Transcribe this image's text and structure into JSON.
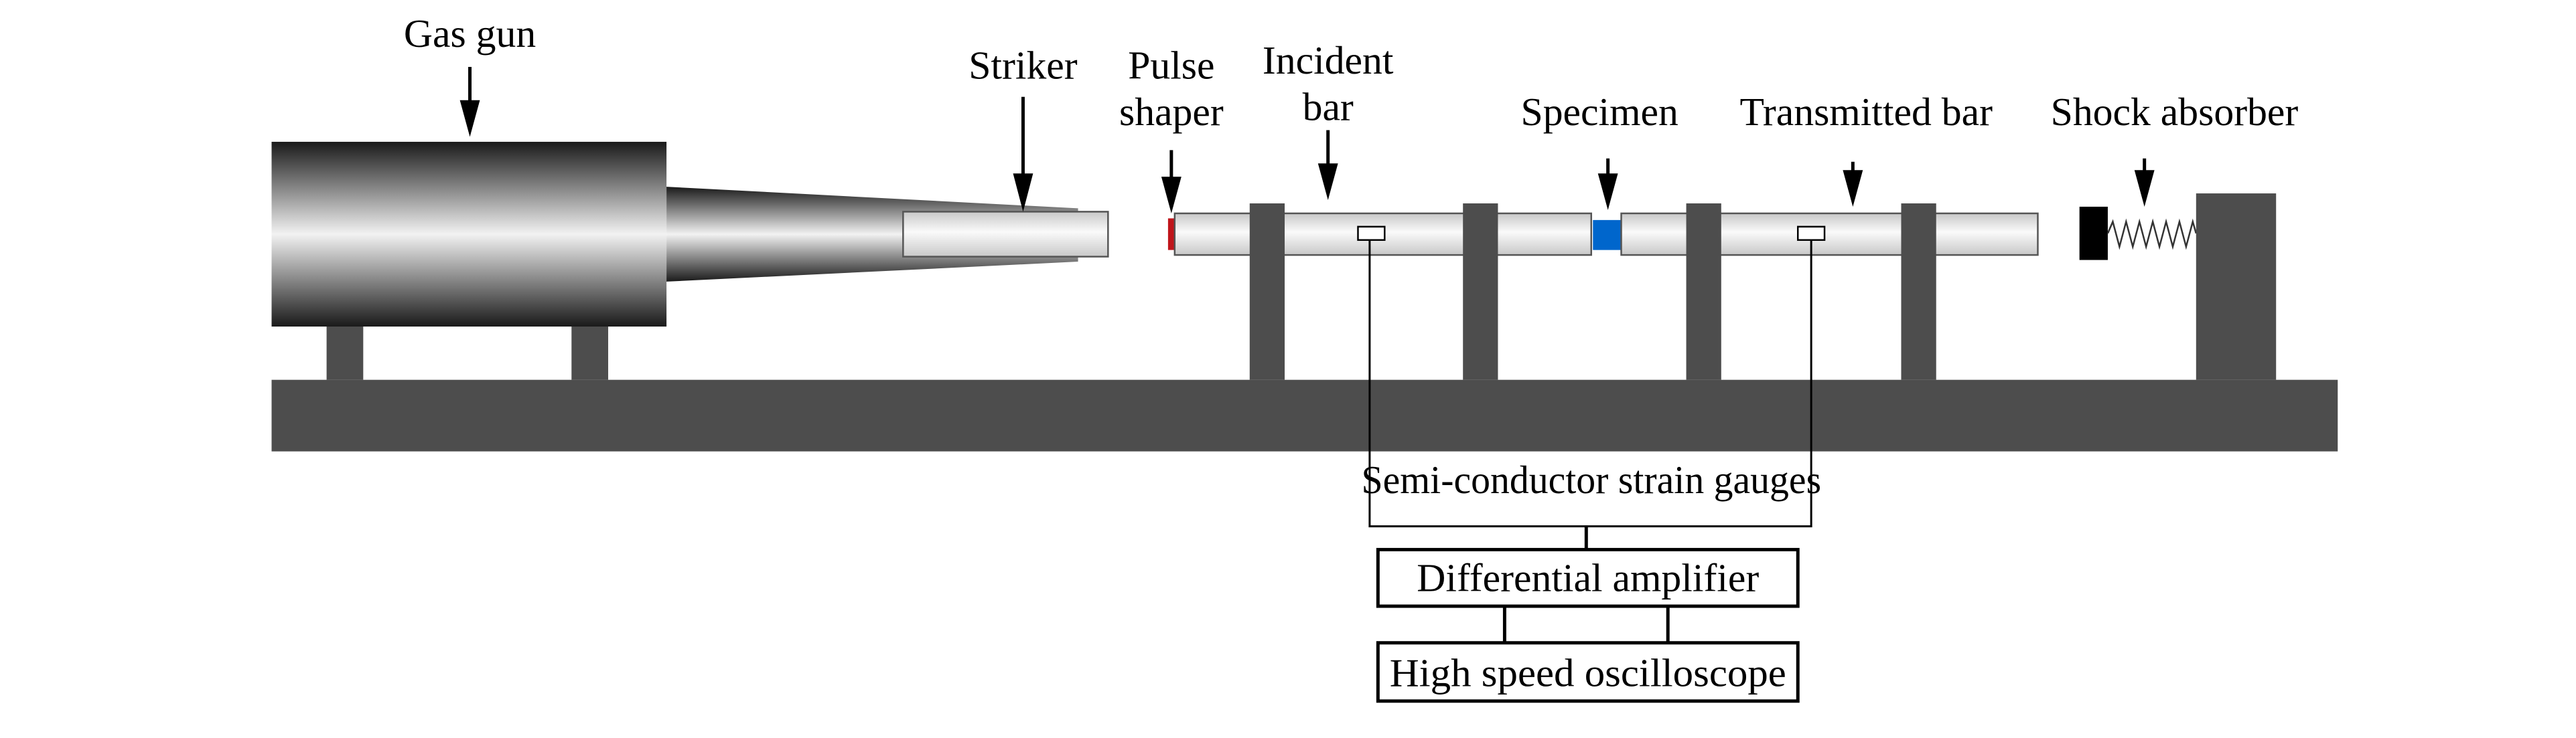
{
  "labels": {
    "gas_gun": "Gas gun",
    "striker": "Striker",
    "pulse_shaper_line1": "Pulse",
    "pulse_shaper_line2": "shaper",
    "incident_bar_line1": "Incident",
    "incident_bar_line2": "bar",
    "specimen": "Specimen",
    "transmitted_bar": "Transmitted bar",
    "shock_absorber": "Shock absorber",
    "strain_gauges": "Semi-conductor strain gauges",
    "differential_amplifier": "Differential amplifier",
    "oscilloscope": "High speed oscilloscope"
  },
  "colors": {
    "frame": "#4d4d4d",
    "pulse_shaper": "#c0151b",
    "specimen": "#0066cc",
    "absorber_block": "#000000"
  }
}
